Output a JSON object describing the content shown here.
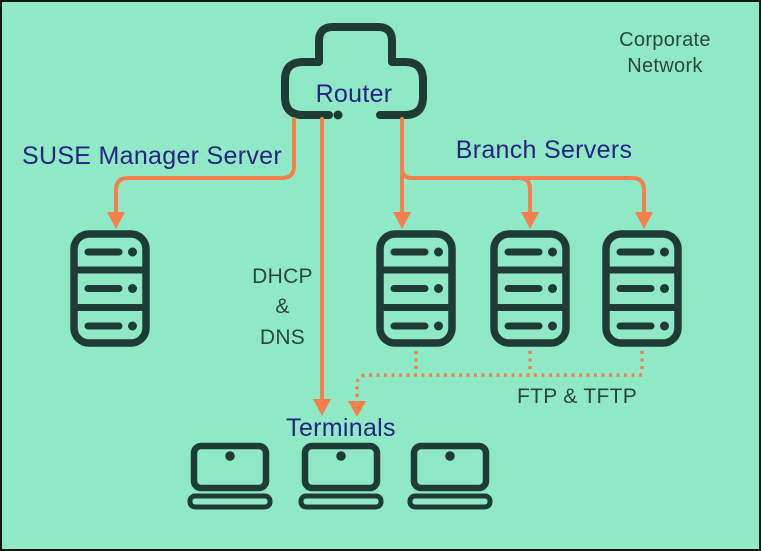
{
  "colors": {
    "background": "#8FE9C7",
    "line_dark": "#1E3C35",
    "text_teal": "#2A463F",
    "text_navy": "#272480",
    "arrow_orange": "#F5804C"
  },
  "labels": {
    "corporate_network": "Corporate\nNetwork",
    "router": "Router",
    "suse_manager_server": "SUSE Manager Server",
    "branch_servers": "Branch Servers",
    "dhcp_dns": "DHCP\n&\nDNS",
    "terminals": "Terminals",
    "ftp_tftp": "FTP & TFTP"
  },
  "diagram": {
    "nodes": [
      {
        "id": "router",
        "label": "Router",
        "icon": "cloud-router-icon",
        "count": 1
      },
      {
        "id": "suse_manager_server",
        "label": "SUSE Manager Server",
        "icon": "server-icon",
        "count": 1
      },
      {
        "id": "branch_servers",
        "label": "Branch Servers",
        "icon": "server-icon",
        "count": 3
      },
      {
        "id": "terminals",
        "label": "Terminals",
        "icon": "laptop-icon",
        "count": 3
      }
    ],
    "edges": [
      {
        "from": "router",
        "to": "suse_manager_server",
        "style": "solid-arrow"
      },
      {
        "from": "router",
        "to": "terminals",
        "style": "solid-arrow",
        "label": "DHCP & DNS"
      },
      {
        "from": "router",
        "to": "branch_servers",
        "style": "solid-arrow",
        "arrows": 3
      },
      {
        "from": "branch_servers",
        "to": "terminals",
        "style": "dotted-arrow",
        "label": "FTP & TFTP"
      }
    ]
  }
}
